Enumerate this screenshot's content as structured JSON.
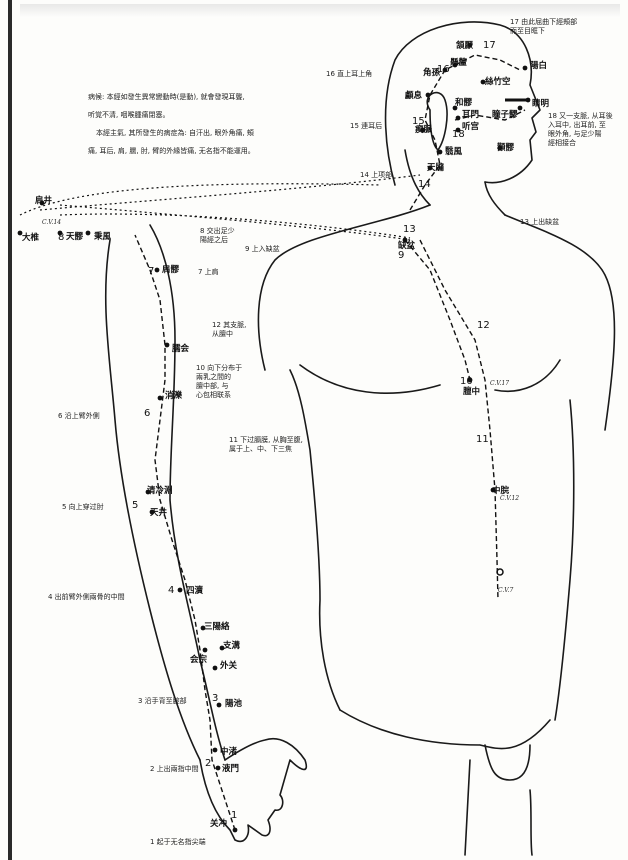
{
  "symptoms_note": {
    "line1": "病候: 本經如發生異常變動時(是動), 就會發現耳聾,",
    "line2": "听覚不清, 咽喉腫痛閉塞。",
    "line3": "本經主氣, 其所發生的病症為: 自汗出, 眼外角痛, 頰",
    "line4": "痛, 耳后, 肩, 臑, 肘, 臂的外緣皆痛, 无名指不能運用。"
  },
  "pathway_notes": [
    {
      "text": "1 起于无名指尖端"
    },
    {
      "text": "2 上出兩指中間"
    },
    {
      "text": "3 沿手背至腕部"
    },
    {
      "text": "4 出前臂外側兩骨的中間"
    },
    {
      "text": "5 向上穿过肘"
    },
    {
      "text": "6 沿上臂外側"
    },
    {
      "text": "7 上肩"
    },
    {
      "text": "8 交出足少\n陽經之后"
    },
    {
      "text": "9 上入缺盆"
    },
    {
      "text": "10 向下分布于\n兩乳之間的\n膻中部, 与\n心包相联系"
    },
    {
      "text": "11 下过膈膜, 从胸至腹,\n属于上、中、下三焦"
    },
    {
      "text": "12 其支脈,\n从膻中"
    },
    {
      "text": "13 上出缺盆"
    },
    {
      "text": "14 上项部"
    },
    {
      "text": "15 連耳后"
    },
    {
      "text": "16 直上耳上角"
    },
    {
      "text": "17 由此屈曲下經頰部\n而至目眶下"
    },
    {
      "text": "18 又一支脈, 从耳後\n入耳中, 出耳前, 至\n眼外角, 与足少陽\n經相接合"
    }
  ],
  "points": [
    {
      "name": "关冲"
    },
    {
      "name": "液門"
    },
    {
      "name": "中渚"
    },
    {
      "name": "陽池"
    },
    {
      "name": "外关"
    },
    {
      "name": "支溝"
    },
    {
      "name": "会宗"
    },
    {
      "name": "三陽絡"
    },
    {
      "name": "四瀆"
    },
    {
      "name": "天井"
    },
    {
      "name": "清冷淵"
    },
    {
      "name": "消濼"
    },
    {
      "name": "臑会"
    },
    {
      "name": "肩髎"
    },
    {
      "name": "天髎"
    },
    {
      "name": "秉風"
    },
    {
      "name": "肩井"
    },
    {
      "name": "大椎"
    },
    {
      "name": "缺盆"
    },
    {
      "name": "膻中"
    },
    {
      "name": "中脘"
    },
    {
      "name": "天牖"
    },
    {
      "name": "翳風"
    },
    {
      "name": "瘈脈"
    },
    {
      "name": "顱息"
    },
    {
      "name": "角孫"
    },
    {
      "name": "懸釐"
    },
    {
      "name": "頷厭"
    },
    {
      "name": "和髎"
    },
    {
      "name": "耳門"
    },
    {
      "name": "听宫"
    },
    {
      "name": "絲竹空"
    },
    {
      "name": "瞳子髎"
    },
    {
      "name": "陽白"
    },
    {
      "name": "顴髎"
    },
    {
      "name": "睛明"
    }
  ],
  "cv_labels": [
    "C.V.14",
    "C.V.17",
    "C.V.12",
    "C.V.7"
  ],
  "step_numbers": [
    "1",
    "2",
    "3",
    "4",
    "5",
    "6",
    "7",
    "8",
    "9",
    "10",
    "11",
    "12",
    "13",
    "14",
    "15",
    "16",
    "17",
    "18"
  ]
}
